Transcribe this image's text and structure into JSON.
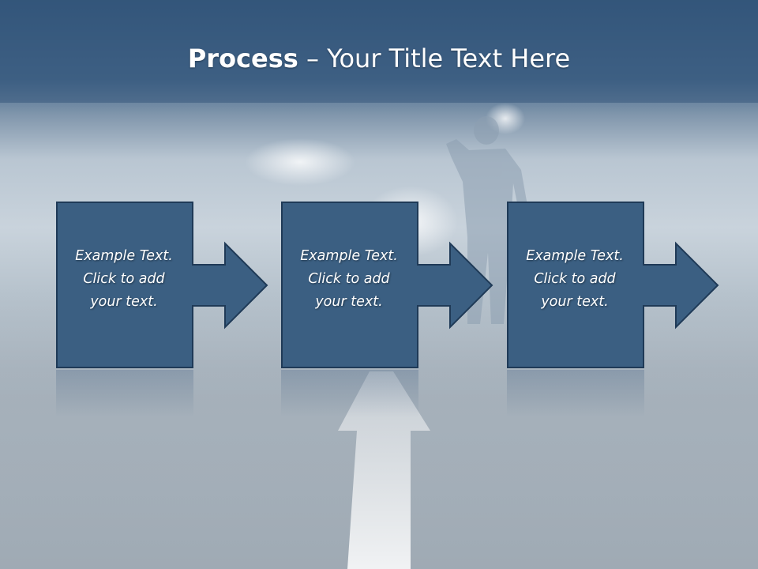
{
  "slide": {
    "title_bold": "Process",
    "title_rest": " – Your Title Text Here",
    "colors": {
      "box_fill": "#3b5f82",
      "box_stroke": "#1f3a57",
      "title_bar": "#36587c",
      "text": "#ffffff"
    },
    "steps": [
      {
        "line1": "Example Text.",
        "line2": "Click  to add",
        "line3": "your text.",
        "icon": "arrow-right-icon"
      },
      {
        "line1": "Example Text.",
        "line2": "Click  to add",
        "line3": "your text.",
        "icon": "arrow-right-icon"
      },
      {
        "line1": "Example Text.",
        "line2": "Click  to add",
        "line3": "your text.",
        "icon": "arrow-right-icon"
      }
    ]
  }
}
